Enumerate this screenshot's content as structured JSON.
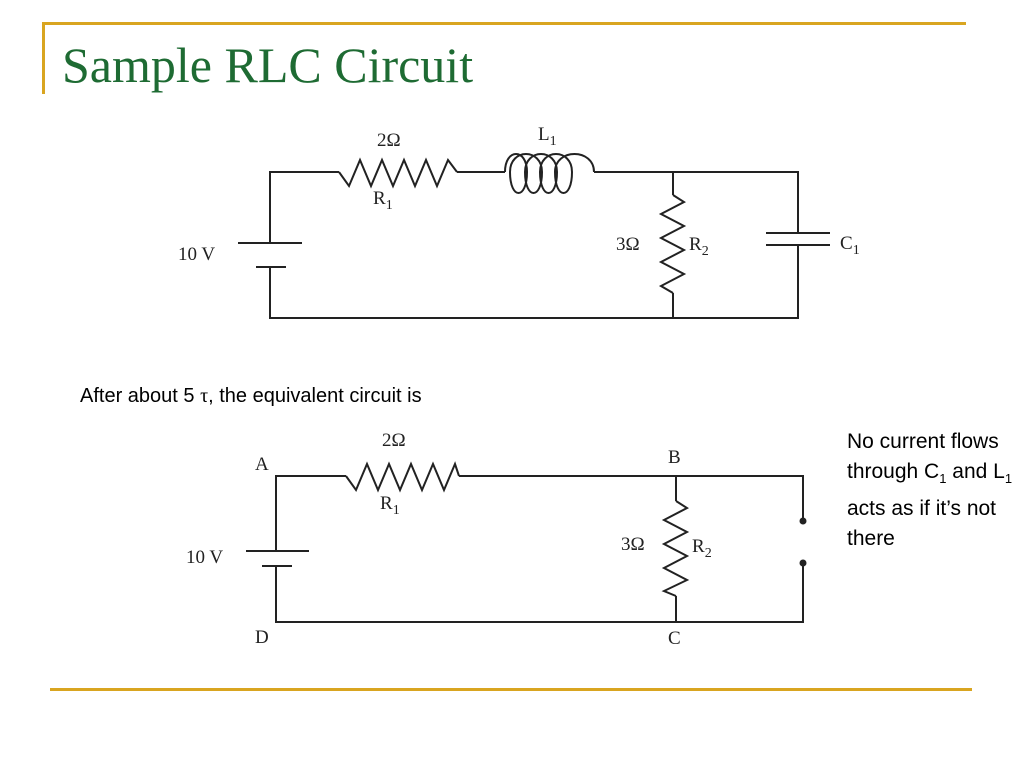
{
  "title": "Sample RLC Circuit",
  "circuit1": {
    "r1_value": "2Ω",
    "r1_name": "R",
    "r1_sub": "1",
    "l1_name": "L",
    "l1_sub": "1",
    "source": "10 V",
    "r2_value": "3Ω",
    "r2_name": "R",
    "r2_sub": "2",
    "c1_name": "C",
    "c1_sub": "1"
  },
  "caption": {
    "before": "After about 5 ",
    "tau": "τ",
    "after": ", the equivalent circuit is"
  },
  "circuit2": {
    "r1_value": "2Ω",
    "r1_name": "R",
    "r1_sub": "1",
    "source": "10 V",
    "r2_value": "3Ω",
    "r2_name": "R",
    "r2_sub": "2",
    "node_a": "A",
    "node_b": "B",
    "node_c": "C",
    "node_d": "D"
  },
  "note": {
    "line1": "No current flows through C",
    "c_sub": "1",
    "line2": " and L",
    "l_sub": "1",
    "line3": " acts as if it’s not there"
  }
}
